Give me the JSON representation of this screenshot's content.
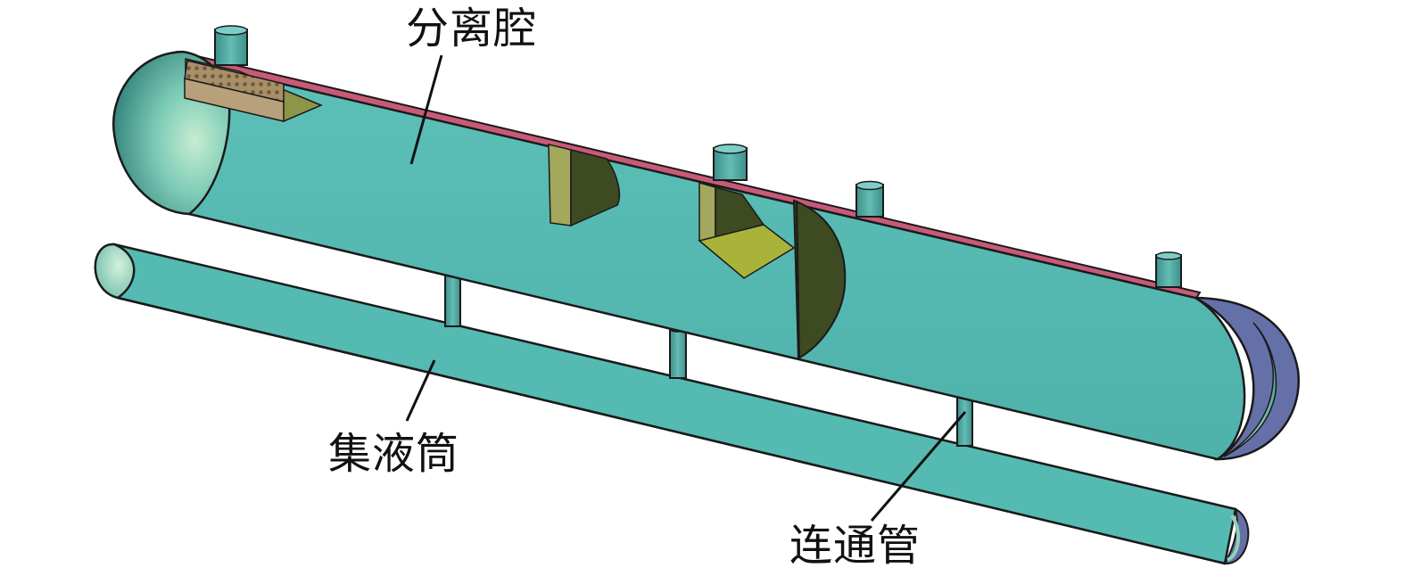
{
  "labels": {
    "separation_chamber": "分离腔",
    "liquid_collection_tube": "集液筒",
    "connecting_pipe": "连通管"
  },
  "colors": {
    "vessel_body": "#55BAB2",
    "vessel_shade": "#3C9C94",
    "cut_edge": "#C85A78",
    "baffle": "#3D4A22",
    "baffle_light": "#A3A85C",
    "head_highlight": "#BFE9CC",
    "head_dark": "#2E7C75",
    "end_cap": "#6670A8",
    "mesh_pad": "#A7906A",
    "outline": "#1A1A1A"
  }
}
